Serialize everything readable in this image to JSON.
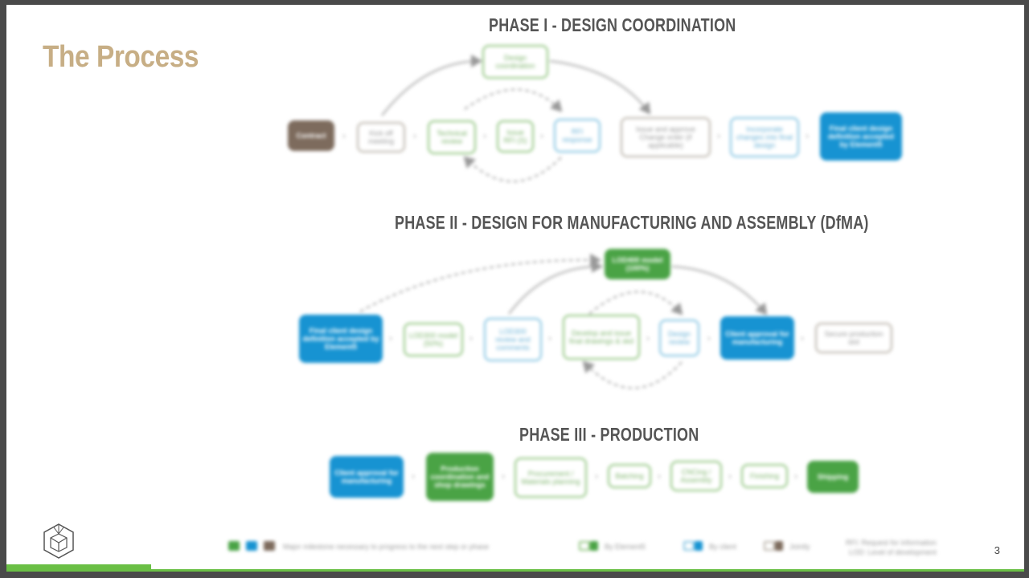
{
  "slide": {
    "title": "The Process",
    "page_number": "3"
  },
  "phases": [
    {
      "title": "PHASE I - DESIGN COORDINATION"
    },
    {
      "title": "PHASE II - DESIGN FOR MANUFACTURING AND ASSEMBLY (DfMA)"
    },
    {
      "title": "PHASE III - PRODUCTION"
    }
  ],
  "phase1_nodes": [
    "Contract",
    "Kick off meeting",
    "Technical review",
    "Issue RFI (S)",
    "RFI response",
    "Issue and approve Change order (if applicable)",
    "Incorporate changes into final design",
    "Final client design definition accepted by Element5",
    "Design coordination"
  ],
  "phase2_nodes": [
    "Final client design definition accepted by Element5",
    "LOD300 model (50%)",
    "LOD300 review and comments",
    "Develop and issue final drawings & skd",
    "Design review",
    "Client approval for manufacturing",
    "Secure production slot",
    "LOD400 model (100%)"
  ],
  "phase3_nodes": [
    "Client approval for manufacturing",
    "Production coordination and shop drawings",
    "Procurement / Materials planning",
    "Batching",
    "CNCing / Assembly",
    "Finishing",
    "Shipping"
  ],
  "legend": {
    "milestone": "Major milestone necessary to progress to the next step or phase",
    "by_element5": "By Element5",
    "by_client": "By client",
    "jointly": "Jointly",
    "rfi": "RFI: Request for information",
    "lod": "LOD: Level of development"
  },
  "colors": {
    "title": "#c7ae85",
    "element5_green": "#4aa345",
    "client_blue": "#1793d2",
    "joint_brown": "#7d6b5d",
    "accent_bar": "#6abf45"
  }
}
